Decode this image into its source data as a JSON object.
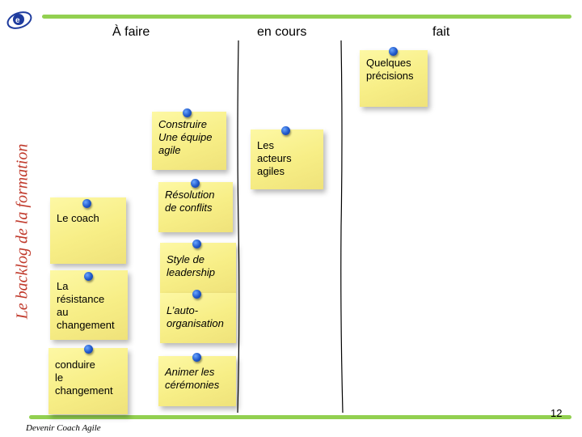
{
  "header": {
    "columns": [
      "À faire",
      "en cours",
      "fait"
    ]
  },
  "sidebar": {
    "title": "Le backlog de la formation"
  },
  "notes": [
    {
      "text": "Quelques\nprécisions"
    },
    {
      "text": "Construire\nUne équipe\nagile"
    },
    {
      "text": "Les\nacteurs\nagiles"
    },
    {
      "text": "Résolution\nde conflits"
    },
    {
      "text": "Le coach"
    },
    {
      "text": "Style de\nleadership"
    },
    {
      "text": "La\nrésistance\nau\nchangement"
    },
    {
      "text": "L’auto-\norganisation"
    },
    {
      "text": "conduire\nle\nchangement"
    },
    {
      "text": "Animer les\ncérémonies"
    }
  ],
  "footer": {
    "label": "Devenir Coach Agile",
    "page_number": "12"
  },
  "colors": {
    "accent_green": "#92d050",
    "title_red": "#c0392b",
    "note_yellow": "#f7ee86",
    "pin_blue": "#1e56c8"
  }
}
